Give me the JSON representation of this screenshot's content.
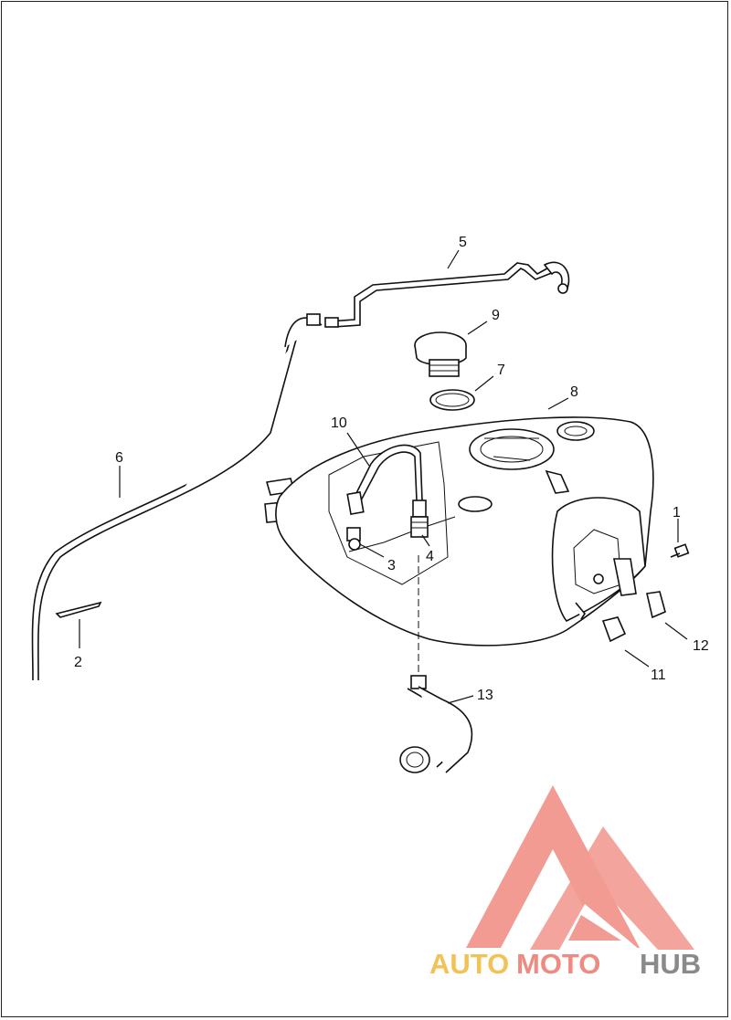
{
  "callouts": {
    "c1": "1",
    "c2": "2",
    "c3": "3",
    "c4": "4",
    "c5": "5",
    "c6": "6",
    "c7": "7",
    "c8": "8",
    "c9": "9",
    "c10": "10",
    "c11": "11",
    "c12": "12",
    "c13": "13"
  },
  "watermark": {
    "part1": "AUTO",
    "part2": "MOTO",
    "part3": "HUB",
    "color_auto": "#f2c257",
    "color_moto": "#f08a80",
    "color_hub": "#8a8a8a",
    "logo_color": "#f08a80"
  }
}
